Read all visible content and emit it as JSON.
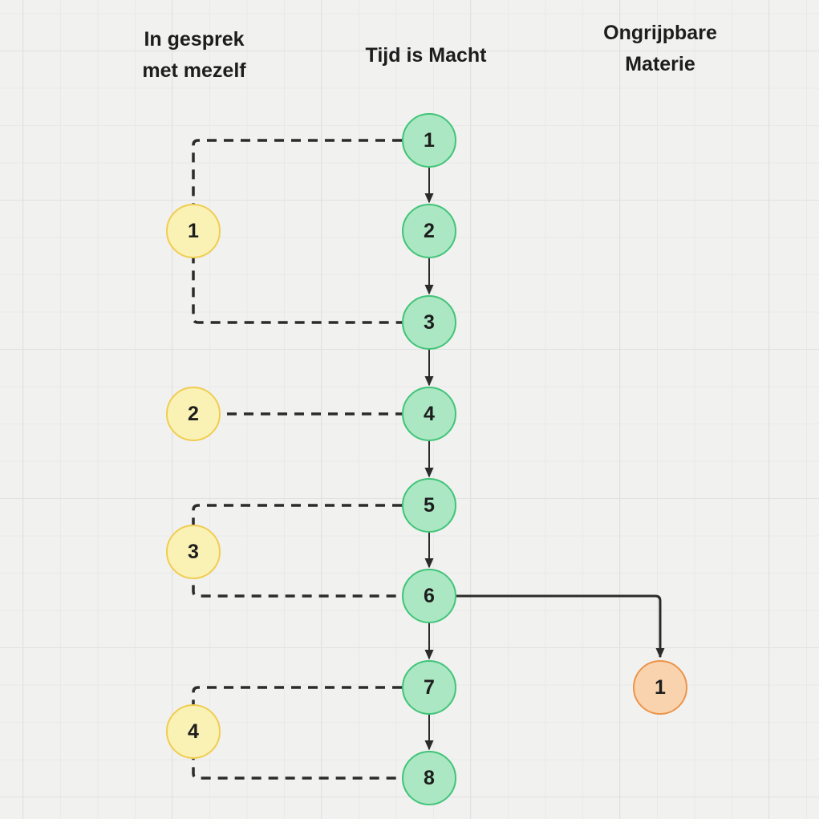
{
  "titles": {
    "left": "In gesprek\nmet mezelf",
    "middle": "Tijd is Macht",
    "right": "Ongrijpbare\nMaterie"
  },
  "nodes": {
    "left": [
      "1",
      "2",
      "3",
      "4"
    ],
    "middle": [
      "1",
      "2",
      "3",
      "4",
      "5",
      "6",
      "7",
      "8"
    ],
    "right": [
      "1"
    ]
  },
  "edges": {
    "middle_chain_solid_arrows": [
      [
        "middle-1",
        "middle-2"
      ],
      [
        "middle-2",
        "middle-3"
      ],
      [
        "middle-3",
        "middle-4"
      ],
      [
        "middle-4",
        "middle-5"
      ],
      [
        "middle-5",
        "middle-6"
      ],
      [
        "middle-6",
        "middle-7"
      ],
      [
        "middle-7",
        "middle-8"
      ]
    ],
    "cross_column_solid_arrow": {
      "from": "middle-6",
      "to": "right-1"
    },
    "dashed_links": [
      {
        "from": "left-1",
        "to": [
          "middle-1",
          "middle-3"
        ]
      },
      {
        "from": "left-2",
        "to": [
          "middle-4"
        ]
      },
      {
        "from": "left-3",
        "to": [
          "middle-5",
          "middle-6"
        ]
      },
      {
        "from": "left-4",
        "to": [
          "middle-7",
          "middle-8"
        ]
      }
    ]
  },
  "colors": {
    "background": "#f1f1f0",
    "grid_minor": "#e9e9ea",
    "grid_major": "#e1e1e4",
    "edge": "#2b2b2b",
    "green_fill": "#abe7c3",
    "green_stroke": "#41c478",
    "yellow_fill": "#faf1b5",
    "yellow_stroke": "#f0cd50",
    "orange_fill": "#f9d3ae",
    "orange_stroke": "#ec9449",
    "text": "#1d1d1d"
  }
}
